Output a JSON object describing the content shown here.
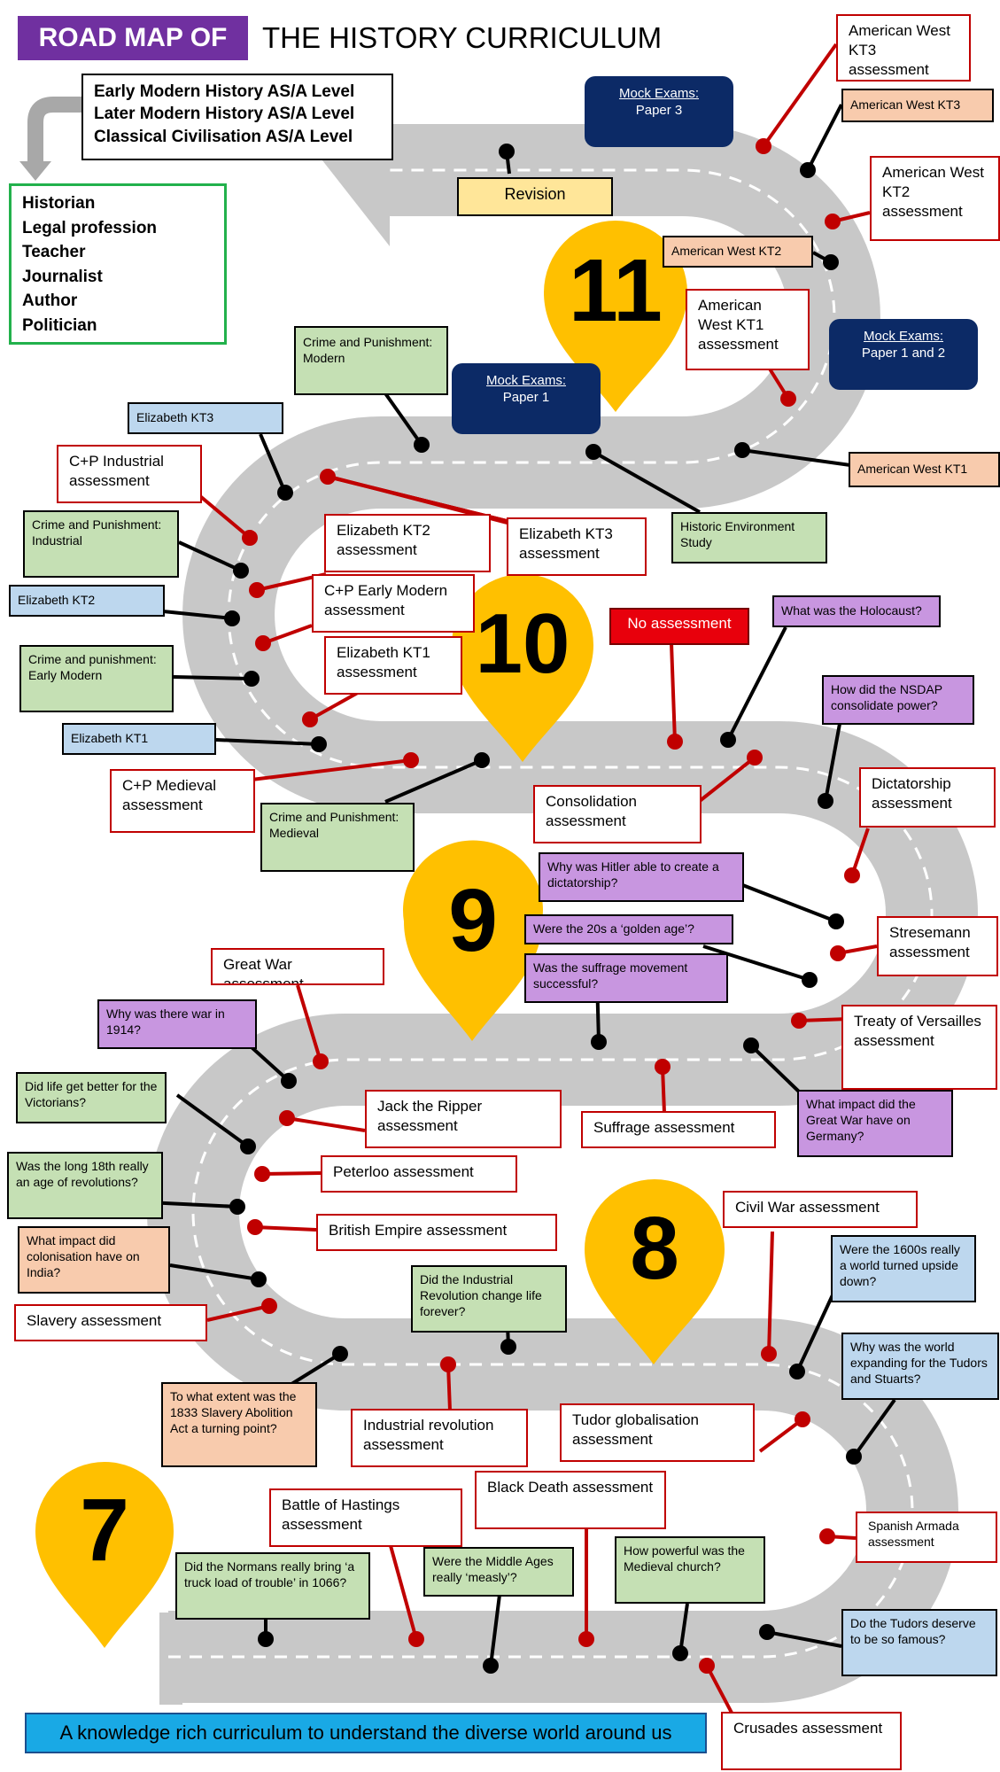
{
  "header": {
    "tag": "ROAD MAP OF",
    "title": "THE HISTORY CURRICULUM"
  },
  "courses": [
    "Early Modern History AS/A Level",
    "Later Modern History AS/A Level",
    "Classical Civilisation AS/A Level"
  ],
  "careers": [
    "Historian",
    "Legal profession",
    "Teacher",
    "Journalist",
    "Author",
    "Politician"
  ],
  "revision": "Revision",
  "mock_exams": {
    "paper3": {
      "label": "Mock Exams:",
      "sub": "Paper 3"
    },
    "paper12": {
      "label": "Mock Exams:",
      "sub": "Paper 1 and 2"
    },
    "paper1": {
      "label": "Mock Exams:",
      "sub": "Paper 1"
    }
  },
  "no_assessment": "No assessment",
  "years": {
    "y11": "11",
    "y10": "10",
    "y9": "9",
    "y8": "8",
    "y7": "7"
  },
  "year11": {
    "aw_kt3_assessment": "American West KT3 assessment",
    "aw_kt3": "American West KT3",
    "aw_kt2_assessment": "American West KT2 assessment",
    "aw_kt2": "American West KT2",
    "aw_kt1_assessment": "American West KT1 assessment",
    "aw_kt1": "American West KT1",
    "cp_modern": "Crime and Punishment: Modern",
    "historic_env": "Historic Environment Study"
  },
  "year10": {
    "eliz_kt3": "Elizabeth KT3",
    "cp_industrial_assessment": "C+P Industrial assessment",
    "cp_industrial": "Crime and Punishment: Industrial",
    "eliz_kt2": "Elizabeth KT2",
    "cp_early_modern": "Crime and punishment: Early Modern",
    "eliz_kt1": "Elizabeth KT1",
    "eliz_kt2_assessment": "Elizabeth KT2 assessment",
    "eliz_kt3_assessment": "Elizabeth KT3 assessment",
    "cp_early_modern_assessment": "C+P Early Modern assessment",
    "eliz_kt1_assessment": "Elizabeth KT1 assessment",
    "cp_medieval_assessment": "C+P Medieval assessment",
    "cp_medieval": "Crime and Punishment: Medieval"
  },
  "year9": {
    "holocaust": "What was the Holocaust?",
    "nsdap": "How did the NSDAP consolidate power?",
    "consolidation_assessment": "Consolidation assessment",
    "dictatorship_assessment": "Dictatorship assessment",
    "hitler": "Why was Hitler able to create a dictatorship?",
    "golden_age": "Were the 20s a ‘golden age’?",
    "suffrage_q": "Was the suffrage movement successful?",
    "stresemann_assessment": "Stresemann assessment",
    "great_war_assessment": "Great War assessment",
    "war_1914": "Why was there war in 1914?",
    "versailles_assessment": "Treaty of Versailles assessment",
    "great_war_impact": "What impact did the Great War have on Germany?",
    "suffrage_assessment": "Suffrage assessment"
  },
  "year8": {
    "victorians": "Did life get better for the Victorians?",
    "jack_ripper_assessment": "Jack the Ripper assessment",
    "long_18th": "Was the long 18th really an age of revolutions?",
    "peterloo_assessment": "Peterloo assessment",
    "colonisation_india": "What impact did colonisation have on India?",
    "british_empire_assessment": "British Empire assessment",
    "slavery_assessment": "Slavery assessment",
    "industrial_rev_q": "Did the Industrial Revolution change life forever?",
    "civil_war_assessment": "Civil War assessment",
    "world_1600s": "Were the 1600s really a world turned upside down?",
    "tudors_stuarts": "Why was the world expanding for the Tudors and Stuarts?",
    "slavery_1833": "To what extent was the 1833 Slavery Abolition Act a turning point?",
    "industrial_rev_assessment": "Industrial revolution assessment",
    "tudor_globalisation_assessment": "Tudor globalisation assessment"
  },
  "year7": {
    "black_death_assessment": "Black Death assessment",
    "hastings_assessment": "Battle of Hastings assessment",
    "spanish_armada_assessment": "Spanish Armada assessment",
    "normans": "Did the Normans really bring ‘a truck load of trouble’ in 1066?",
    "middle_ages": "Were the Middle Ages really ‘measly’?",
    "medieval_church": "How powerful was the Medieval church?",
    "tudors_famous": "Do the Tudors deserve to be so famous?",
    "crusades_assessment": "Crusades assessment"
  },
  "footer": "A knowledge rich curriculum to understand the diverse world around us",
  "colors": {
    "road": "#c8c8c8",
    "road_marking": "#ffffff",
    "pin": "#ffc000",
    "assessment_border": "#c00000",
    "title_tag": "#7030a0",
    "mock_exam": "#0c2a66",
    "footer": "#19a9e5"
  }
}
